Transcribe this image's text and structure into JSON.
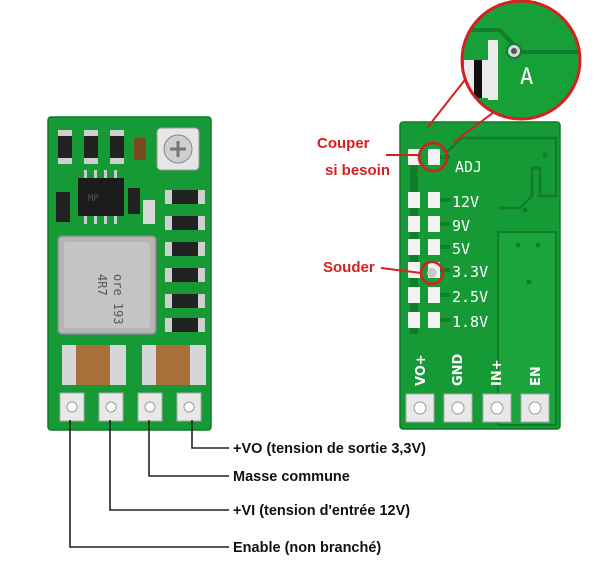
{
  "back_board": {
    "rail_labels": [
      "ADJ",
      "12V",
      "9V",
      "5V",
      "3.3V",
      "2.5V",
      "1.8V"
    ],
    "pin_labels": [
      "VO+",
      "GND",
      "IN+",
      "EN"
    ],
    "zoom_marking": "A"
  },
  "front_board": {
    "coil_marking": "4R7",
    "coil_marking_2": "ore 193",
    "chip_marking": "MP"
  },
  "annotations": {
    "cut": [
      "Couper",
      "si besoin"
    ],
    "solder": "Souder",
    "vo": "+VO (tension de sortie 3,3V)",
    "gnd": "Masse commune",
    "vi": "+VI (tension d'entrée 12V)",
    "en": "Enable  (non branché)"
  },
  "colors": {
    "pcb": "#159a35",
    "pcb_edge": "#0e7a29",
    "accent_red": "#d62020",
    "pad": "#e8e8e8"
  }
}
